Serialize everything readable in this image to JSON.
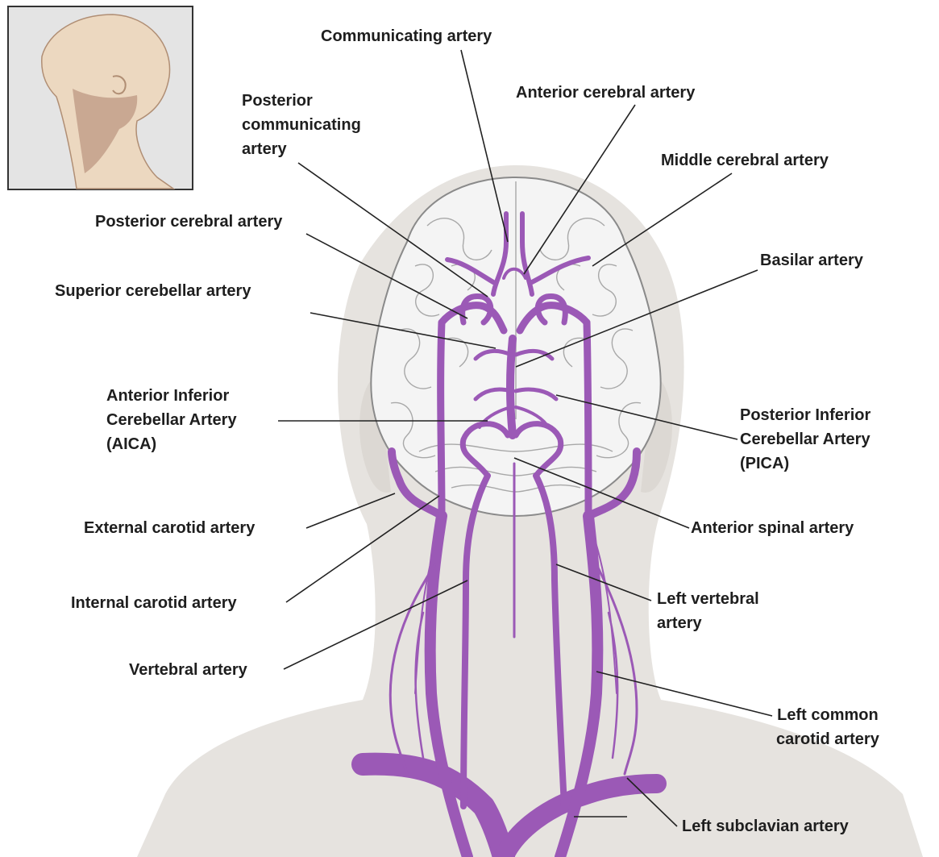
{
  "colors": {
    "artery": "#9b59b6",
    "silhouette": "#e6e3df",
    "silhouette_shadow": "#dcd8d3",
    "brain": "#f4f4f4",
    "brain_outline": "#8a8a8a",
    "leader_line": "#222222",
    "inset_bg": "#e4e4e4",
    "inset_skin": "#ecd8c0",
    "inset_neck": "#c9a892"
  },
  "labels": {
    "communicating": "Communicating artery",
    "anterior_cerebral": "Anterior cerebral artery",
    "posterior_communicating": [
      "Posterior",
      "communicating",
      "artery"
    ],
    "middle_cerebral": "Middle cerebral artery",
    "posterior_cerebral": "Posterior cerebral artery",
    "basilar": "Basilar artery",
    "superior_cerebellar": "Superior cerebellar artery",
    "aica": [
      "Anterior Inferior",
      "Cerebellar Artery",
      "(AICA)"
    ],
    "pica": [
      "Posterior Inferior",
      "Cerebellar Artery",
      "(PICA)"
    ],
    "external_carotid": "External carotid artery",
    "anterior_spinal": "Anterior spinal artery",
    "internal_carotid": "Internal carotid artery",
    "left_vertebral": [
      "Left vertebral",
      "artery"
    ],
    "vertebral": "Vertebral artery",
    "left_common_carotid": [
      "Left common",
      "carotid artery"
    ],
    "left_subclavian": "Left subclavian artery"
  }
}
